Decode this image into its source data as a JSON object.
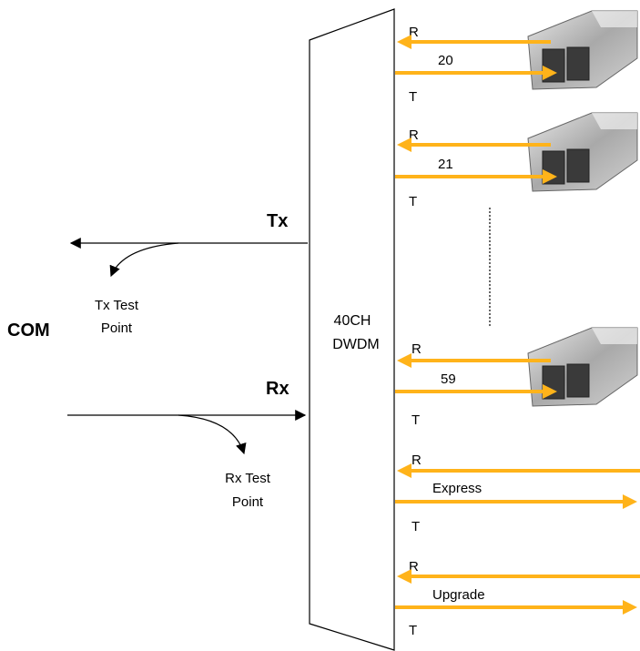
{
  "diagram": {
    "mux_label_line1": "40CH",
    "mux_label_line2": "DWDM",
    "com_label": "COM",
    "tx_label": "Tx",
    "rx_label": "Rx",
    "tx_test_point_line1": "Tx Test",
    "tx_test_point_line2": "Point",
    "rx_test_point_line1": "Rx Test",
    "rx_test_point_line2": "Point",
    "ports": [
      {
        "channel": "20",
        "r_label": "R",
        "t_label": "T",
        "kind": "sfp"
      },
      {
        "channel": "21",
        "r_label": "R",
        "t_label": "T",
        "kind": "sfp"
      },
      {
        "channel": "59",
        "r_label": "R",
        "t_label": "T",
        "kind": "sfp"
      },
      {
        "channel": "Express",
        "r_label": "R",
        "t_label": "T",
        "kind": "line"
      },
      {
        "channel": "Upgrade",
        "r_label": "R",
        "t_label": "T",
        "kind": "line"
      }
    ],
    "colors": {
      "signal": "#FFB31A",
      "line": "#000000",
      "sfp_body": "#B8B8B8"
    }
  }
}
